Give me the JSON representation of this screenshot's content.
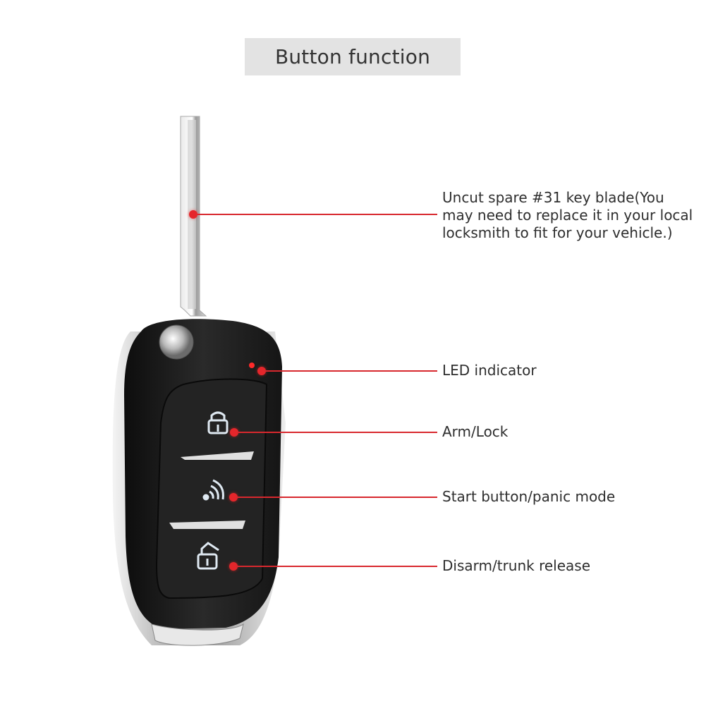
{
  "title": "Button function",
  "callouts": [
    {
      "id": "key-blade",
      "label": "Uncut spare #31 key blade(You may need to replace it in your local locksmith to fit for your vehicle.)",
      "lines": [
        "Uncut spare #31 key blade(You",
        "may need to replace it in your local",
        "locksmith to fit for your vehicle.)"
      ]
    },
    {
      "id": "led",
      "label": "LED indicator"
    },
    {
      "id": "lock",
      "label": "Arm/Lock"
    },
    {
      "id": "start",
      "label": "Start button/panic mode"
    },
    {
      "id": "unlock",
      "label": "Disarm/trunk release"
    }
  ],
  "colors": {
    "callout_line": "#d8282e",
    "title_bg": "#e3e3e3",
    "fob_body": "#1c1c1c",
    "chrome": "#c8c8c8"
  }
}
